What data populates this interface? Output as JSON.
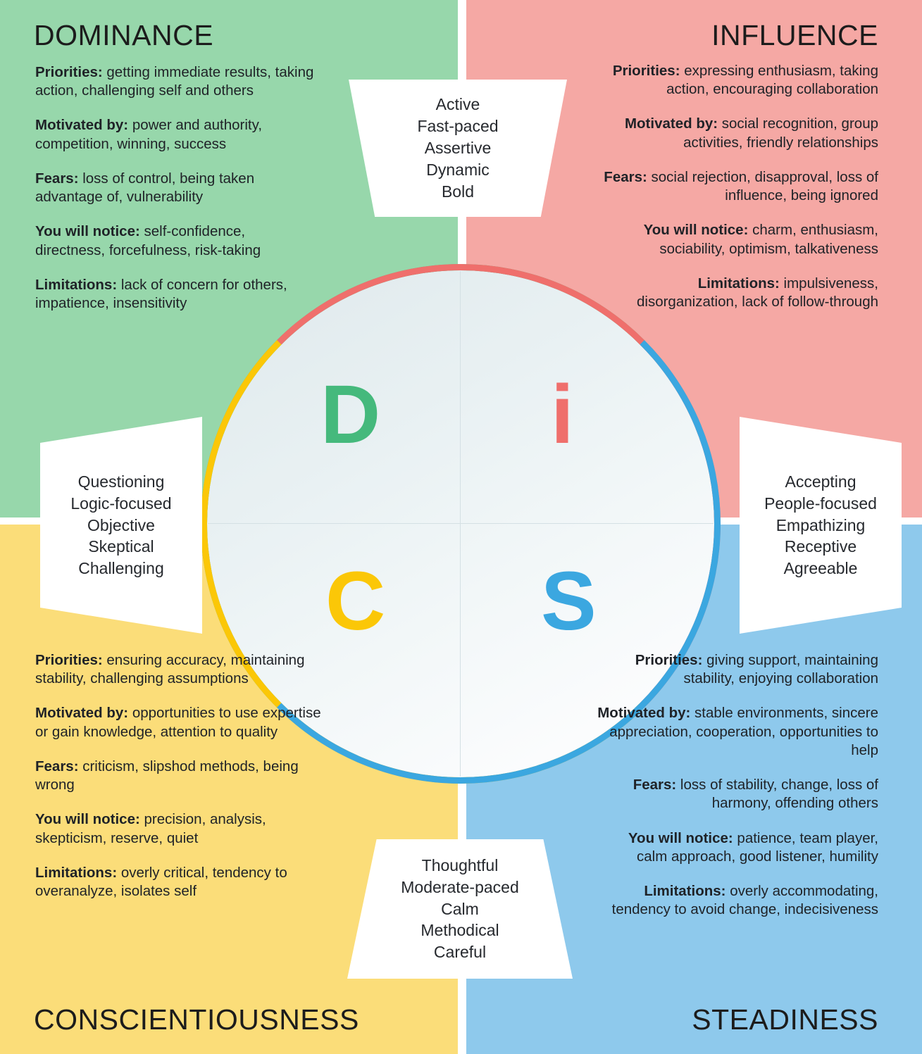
{
  "diagram": {
    "title": "DISC Personality Model",
    "center_letters": [
      {
        "id": "D",
        "glyph": "D",
        "color": "#45b97c"
      },
      {
        "id": "i",
        "glyph": "i",
        "color": "#ef6f6c"
      },
      {
        "id": "C",
        "glyph": "C",
        "color": "#fbc707"
      },
      {
        "id": "S",
        "glyph": "S",
        "color": "#3ba7e0"
      }
    ]
  },
  "quadrants": {
    "dominance": {
      "title": "DOMINANCE",
      "color": "#97d7ab",
      "accent": "#4cb87c",
      "priorities_label": "Priorities:",
      "priorities": " getting immediate results, taking action, challenging self and others",
      "motivated_label": "Motivated by:",
      "motivated": " power and authority, competition, winning, success",
      "fears_label": "Fears:",
      "fears": " loss of control, being taken advantage of, vulnerability",
      "notice_label": "You will notice:",
      "notice": " self-confidence, directness, forcefulness, risk-taking",
      "limitations_label": "Limitations:",
      "limitations": " lack of concern for others, impatience, insensitivity"
    },
    "influence": {
      "title": "INFLUENCE",
      "color": "#f5a8a4",
      "accent": "#ef6f6c",
      "priorities_label": "Priorities:",
      "priorities": " expressing enthusiasm, taking action, encouraging collaboration",
      "motivated_label": "Motivated by:",
      "motivated": " social recognition, group activities, friendly relationships",
      "fears_label": "Fears:",
      "fears": " social rejection, disapproval, loss of influence, being ignored",
      "notice_label": "You will notice:",
      "notice": " charm, enthusiasm, sociability, optimism, talkativeness",
      "limitations_label": "Limitations:",
      "limitations": " impulsiveness, disorganization, lack of follow-through"
    },
    "conscientiousness": {
      "title": "CONSCIENTIOUSNESS",
      "color": "#fbdd79",
      "accent": "#fbc707",
      "priorities_label": "Priorities:",
      "priorities": " ensuring accuracy, maintaining stability, challenging assumptions",
      "motivated_label": "Motivated by:",
      "motivated": " opportunities to use expertise or gain knowledge, attention to quality",
      "fears_label": "Fears:",
      "fears": " criticism, slipshod methods, being wrong",
      "notice_label": "You will notice:",
      "notice": " precision, analysis, skepticism, reserve, quiet",
      "limitations_label": "Limitations:",
      "limitations": " overly critical, tendency to overanalyze, isolates self"
    },
    "steadiness": {
      "title": "STEADINESS",
      "color": "#8ec9ec",
      "accent": "#3ba7e0",
      "priorities_label": "Priorities:",
      "priorities": " giving support, maintaining stability, enjoying collaboration",
      "motivated_label": "Motivated by:",
      "motivated": " stable environments, sincere appreciation, cooperation, opportunities to help",
      "fears_label": "Fears:",
      "fears": " loss of stability, change, loss of harmony, offending others",
      "notice_label": "You will notice:",
      "notice": " patience, team player, calm approach, good listener, humility",
      "limitations_label": "Limitations:",
      "limitations": " overly accommodating, tendency to avoid change, indecisiveness"
    }
  },
  "axis_tabs": {
    "top": {
      "name": "active-fast-paced",
      "lines": [
        "Active",
        "Fast-paced",
        "Assertive",
        "Dynamic",
        "Bold"
      ]
    },
    "bottom": {
      "name": "thoughtful-moderate-paced",
      "lines": [
        "Thoughtful",
        "Moderate-paced",
        "Calm",
        "Methodical",
        "Careful"
      ]
    },
    "left": {
      "name": "questioning-logic-focused",
      "lines": [
        "Questioning",
        "Logic-focused",
        "Objective",
        "Skeptical",
        "Challenging"
      ]
    },
    "right": {
      "name": "accepting-people-focused",
      "lines": [
        "Accepting",
        "People-focused",
        "Empathizing",
        "Receptive",
        "Agreeable"
      ]
    }
  }
}
